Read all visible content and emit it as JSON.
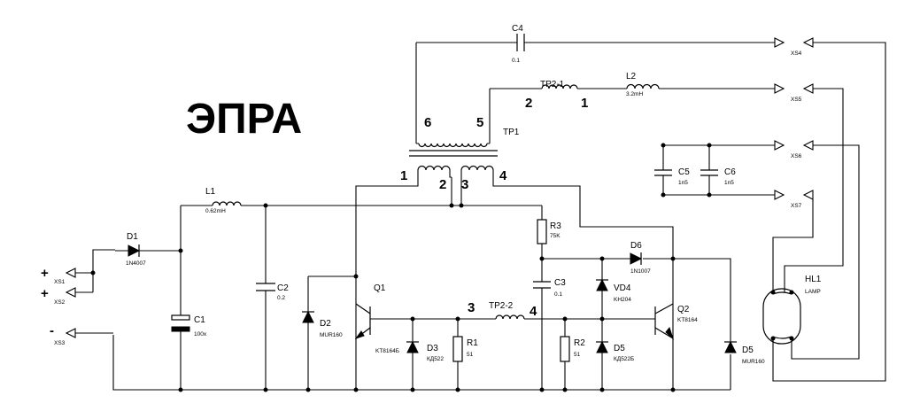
{
  "title": "ЭПРА",
  "colors": {
    "wire": "#000000",
    "background": "#ffffff"
  },
  "components": {
    "C4": {
      "ref": "C4",
      "value": "0.1"
    },
    "TP2_1": {
      "ref": "TP2-1"
    },
    "L2": {
      "ref": "L2",
      "value": "3.2mH"
    },
    "TP1": {
      "ref": "TP1"
    },
    "C5": {
      "ref": "C5",
      "value": "1n5"
    },
    "C6": {
      "ref": "C6",
      "value": "1n5"
    },
    "L1": {
      "ref": "L1",
      "value": "0.62mH"
    },
    "R3": {
      "ref": "R3",
      "value": "75K"
    },
    "D6": {
      "ref": "D6",
      "value": "1N1007"
    },
    "D1": {
      "ref": "D1",
      "value": "1N4007"
    },
    "C2": {
      "ref": "C2",
      "value": "0.2"
    },
    "Q1": {
      "ref": "Q1",
      "value": "KT8164Б"
    },
    "C3": {
      "ref": "C3",
      "value": "0.1"
    },
    "VD4": {
      "ref": "VD4",
      "value": "KH204"
    },
    "Q2": {
      "ref": "Q2",
      "value": "KT8164"
    },
    "HL1": {
      "ref": "HL1",
      "value": "LAMP"
    },
    "C1": {
      "ref": "C1",
      "value": "100x"
    },
    "D2": {
      "ref": "D2",
      "value": "MUR160"
    },
    "TP2_2": {
      "ref": "TP2-2"
    },
    "R1": {
      "ref": "R1",
      "value": "51"
    },
    "D3": {
      "ref": "D3",
      "value": "КД522"
    },
    "R2": {
      "ref": "R2",
      "value": "51"
    },
    "D5a": {
      "ref": "D5",
      "value": "КД522Б"
    },
    "D5b": {
      "ref": "D5",
      "value": "MUR160"
    }
  },
  "connectors": {
    "XS1": {
      "ref": "XS1",
      "polarity": "+"
    },
    "XS2": {
      "ref": "XS2",
      "polarity": "+"
    },
    "XS3": {
      "ref": "XS3",
      "polarity": "-"
    },
    "XS4": {
      "ref": "XS4"
    },
    "XS5": {
      "ref": "XS5"
    },
    "XS6": {
      "ref": "XS6"
    },
    "XS7": {
      "ref": "XS7"
    }
  },
  "pins": {
    "tp1_6": "6",
    "tp1_5": "5",
    "tp1_1": "1",
    "tp1_2": "2",
    "tp1_3": "3",
    "tp1_4": "4",
    "tp21_2": "2",
    "tp21_1": "1",
    "tp22_3": "3",
    "tp22_4": "4"
  }
}
